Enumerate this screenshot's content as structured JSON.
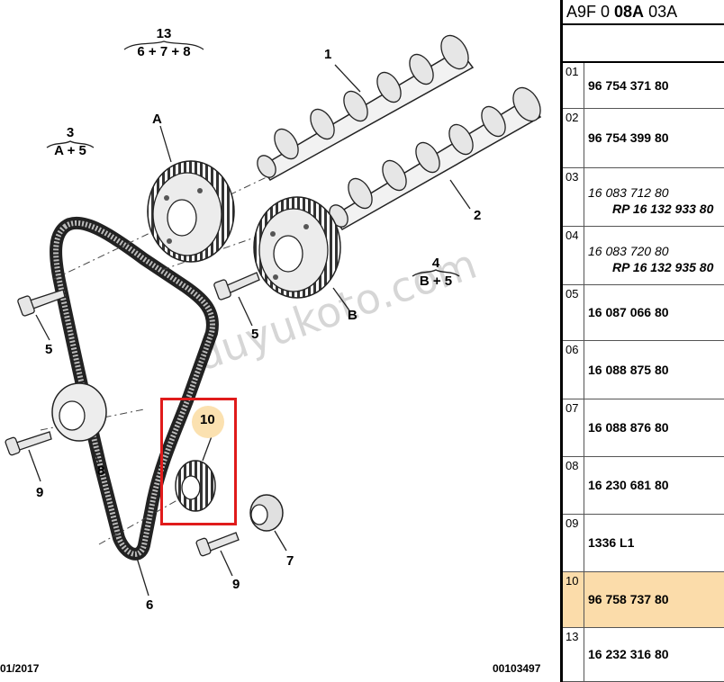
{
  "diagram": {
    "groups": {
      "g13": {
        "num": "13",
        "formula": "6 + 7 + 8"
      },
      "g3": {
        "num": "3",
        "formula": "A + 5"
      },
      "g4": {
        "num": "4",
        "formula": "B + 5"
      }
    },
    "callouts": {
      "c1": "1",
      "c2": "2",
      "cA": "A",
      "cB": "B",
      "c5a": "5",
      "c5b": "5",
      "c8": "8",
      "c9a": "9",
      "c9b": "9",
      "c10": "10",
      "c6": "6",
      "c7": "7"
    },
    "watermark": "duyukoto.com",
    "footer_left": "01/2017",
    "footer_right": "00103497"
  },
  "panel": {
    "ref_prefix": "A9F 0 ",
    "ref_bold": "08A",
    "ref_suffix": " 03A",
    "rows": [
      {
        "index": "01",
        "part": "96 754 371 80"
      },
      {
        "index": "02",
        "part": "96 754 399 80"
      },
      {
        "index": "03",
        "part": "16 083 712 80",
        "replacement": "RP 16 132 933 80"
      },
      {
        "index": "04",
        "part": "16 083 720 80",
        "replacement": "RP 16 132 935 80"
      },
      {
        "index": "05",
        "part": "16 087 066 80"
      },
      {
        "index": "06",
        "part": "16 088 875 80"
      },
      {
        "index": "07",
        "part": "16 088 876 80"
      },
      {
        "index": "08",
        "part": "16 230 681 80"
      },
      {
        "index": "09",
        "part": "1336 L1"
      },
      {
        "index": "10",
        "part": "96 758 737 80",
        "highlighted": true
      },
      {
        "index": "13",
        "part": "16 232 316 80"
      }
    ]
  },
  "colors": {
    "highlight_fill": "#fbdcaa",
    "highlight_box": "#e01b1b"
  }
}
